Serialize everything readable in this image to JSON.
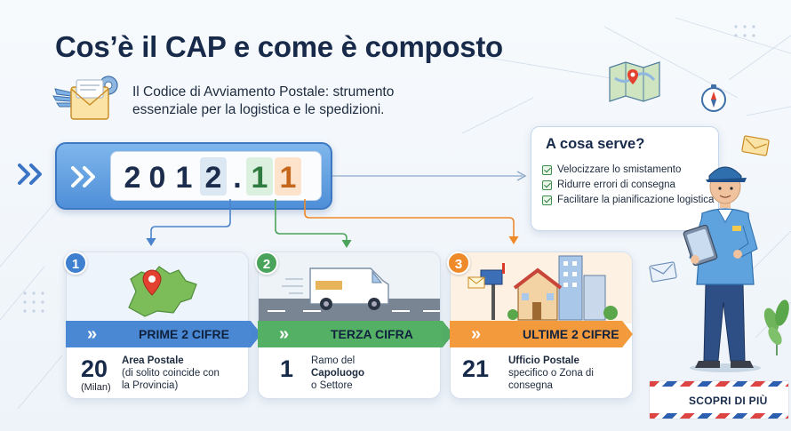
{
  "header": {
    "title": "Cos’è il CAP e come è composto",
    "subtitle": "Il Codice di Avviamento Postale: strumento essenziale per la logistica e le spedizioni."
  },
  "cap": {
    "digits": [
      "2",
      "0",
      "1",
      "2",
      ".",
      "1",
      "1"
    ]
  },
  "info_box": {
    "title": "A cosa serve?",
    "items": [
      "Velocizzare lo smistamento",
      "Ridurre errori di consegna",
      "Facilitare la pianificazione logistica"
    ]
  },
  "cards": [
    {
      "num": "1",
      "band_label": "PRIME 2 CIFRE",
      "value": "20",
      "value_note": "(Milan)",
      "desc_bold": "Area Postale",
      "desc_rest": "(di solito coincide con la Provincia)",
      "color": "#3f7fd0"
    },
    {
      "num": "2",
      "band_label": "TERZA CIFRA",
      "value": "1",
      "value_note": "",
      "desc_plain": "Ramo del ",
      "desc_bold": "Capoluogo",
      "desc_rest": "o Settore",
      "color": "#4aa35a"
    },
    {
      "num": "3",
      "band_label": "ULTIME 2 CIFRE",
      "value": "21",
      "value_note": "",
      "desc_bold": "Ufficio Postale",
      "desc_rest": "specifico o Zona di consegna",
      "color": "#ef8a2a"
    }
  ],
  "cta": {
    "label": "SCOPRI DI PIÙ"
  },
  "colors": {
    "blue": "#3f7fd0",
    "green": "#4aa35a",
    "orange": "#ef8a2a",
    "title": "#172a4a"
  }
}
